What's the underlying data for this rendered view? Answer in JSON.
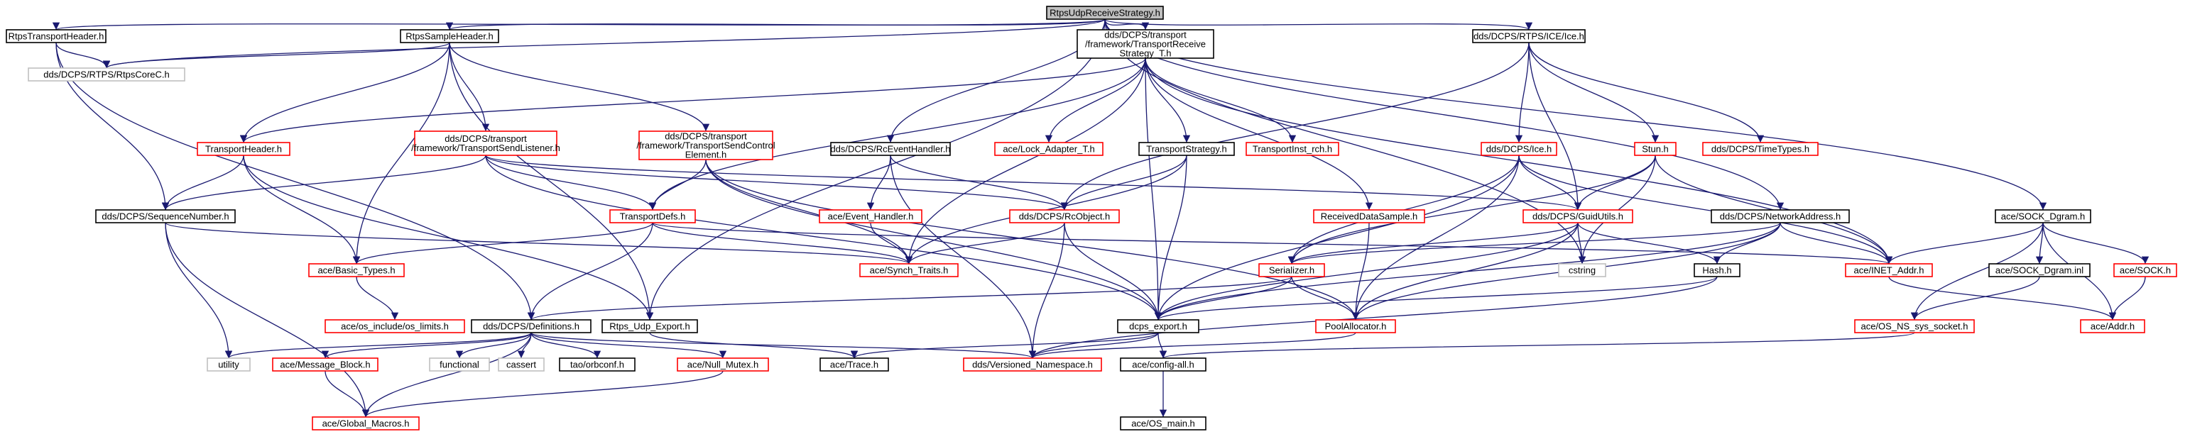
{
  "colors": {
    "edge": "#191970",
    "border_normal": "#000000",
    "border_incomplete": "#ff0000",
    "border_missing": "#bfbfbf",
    "root_fill": "#bfbfbf"
  },
  "nodes": [
    {
      "id": "root",
      "lines": [
        "RtpsUdpReceiveStrategy.h"
      ],
      "kind": "root"
    },
    {
      "id": "rtpstransportheader",
      "lines": [
        "RtpsTransportHeader.h"
      ],
      "kind": "normal"
    },
    {
      "id": "rtpssampleheader",
      "lines": [
        "RtpsSampleHeader.h"
      ],
      "kind": "normal"
    },
    {
      "id": "transportreceivestrategy",
      "lines": [
        "dds/DCPS/transport",
        "/framework/TransportReceive",
        "Strategy_T.h"
      ],
      "kind": "normal"
    },
    {
      "id": "ice",
      "lines": [
        "dds/DCPS/RTPS/ICE/Ice.h"
      ],
      "kind": "normal"
    },
    {
      "id": "rtpscorec",
      "lines": [
        "dds/DCPS/RTPS/RtpsCoreC.h"
      ],
      "kind": "missing"
    },
    {
      "id": "transportheader",
      "lines": [
        "TransportHeader.h"
      ],
      "kind": "incomplete"
    },
    {
      "id": "transportsendlistener",
      "lines": [
        "dds/DCPS/transport",
        "/framework/TransportSendListener.h"
      ],
      "kind": "incomplete"
    },
    {
      "id": "transportsendcontrol",
      "lines": [
        "dds/DCPS/transport",
        "/framework/TransportSendControl",
        "Element.h"
      ],
      "kind": "incomplete"
    },
    {
      "id": "rceventhandler",
      "lines": [
        "dds/DCPS/RcEventHandler.h"
      ],
      "kind": "normal"
    },
    {
      "id": "lockadapter",
      "lines": [
        "ace/Lock_Adapter_T.h"
      ],
      "kind": "incomplete"
    },
    {
      "id": "transportstrategy",
      "lines": [
        "TransportStrategy.h"
      ],
      "kind": "normal"
    },
    {
      "id": "transportinstrch",
      "lines": [
        "TransportInst_rch.h"
      ],
      "kind": "incomplete"
    },
    {
      "id": "icedcps",
      "lines": [
        "dds/DCPS/Ice.h"
      ],
      "kind": "incomplete"
    },
    {
      "id": "stun",
      "lines": [
        "Stun.h"
      ],
      "kind": "incomplete"
    },
    {
      "id": "timetypes",
      "lines": [
        "dds/DCPS/TimeTypes.h"
      ],
      "kind": "incomplete"
    },
    {
      "id": "sequencenumber",
      "lines": [
        "dds/DCPS/SequenceNumber.h"
      ],
      "kind": "normal"
    },
    {
      "id": "transportdefs",
      "lines": [
        "TransportDefs.h"
      ],
      "kind": "incomplete"
    },
    {
      "id": "eventhandler",
      "lines": [
        "ace/Event_Handler.h"
      ],
      "kind": "incomplete"
    },
    {
      "id": "rcobject",
      "lines": [
        "dds/DCPS/RcObject.h"
      ],
      "kind": "incomplete"
    },
    {
      "id": "receiveddatasample",
      "lines": [
        "ReceivedDataSample.h"
      ],
      "kind": "incomplete"
    },
    {
      "id": "guidutils",
      "lines": [
        "dds/DCPS/GuidUtils.h"
      ],
      "kind": "incomplete"
    },
    {
      "id": "networkaddress",
      "lines": [
        "dds/DCPS/NetworkAddress.h"
      ],
      "kind": "normal"
    },
    {
      "id": "sockdgram",
      "lines": [
        "ace/SOCK_Dgram.h"
      ],
      "kind": "normal"
    },
    {
      "id": "basictypes",
      "lines": [
        "ace/Basic_Types.h"
      ],
      "kind": "incomplete"
    },
    {
      "id": "synchtraits",
      "lines": [
        "ace/Synch_Traits.h"
      ],
      "kind": "incomplete"
    },
    {
      "id": "serializer",
      "lines": [
        "Serializer.h"
      ],
      "kind": "incomplete"
    },
    {
      "id": "cstring",
      "lines": [
        "cstring"
      ],
      "kind": "missing"
    },
    {
      "id": "hash",
      "lines": [
        "Hash.h"
      ],
      "kind": "normal"
    },
    {
      "id": "inetaddr",
      "lines": [
        "ace/INET_Addr.h"
      ],
      "kind": "incomplete"
    },
    {
      "id": "sockdgraminl",
      "lines": [
        "ace/SOCK_Dgram.inl"
      ],
      "kind": "normal"
    },
    {
      "id": "sock",
      "lines": [
        "ace/SOCK.h"
      ],
      "kind": "incomplete"
    },
    {
      "id": "osinclude",
      "lines": [
        "ace/os_include/os_limits.h"
      ],
      "kind": "incomplete"
    },
    {
      "id": "definitions",
      "lines": [
        "dds/DCPS/Definitions.h"
      ],
      "kind": "normal"
    },
    {
      "id": "rtpsudpexport",
      "lines": [
        "Rtps_Udp_Export.h"
      ],
      "kind": "normal"
    },
    {
      "id": "dcpsexport",
      "lines": [
        "dcps_export.h"
      ],
      "kind": "normal"
    },
    {
      "id": "poolallocator",
      "lines": [
        "PoolAllocator.h"
      ],
      "kind": "incomplete"
    },
    {
      "id": "osnssyssocket",
      "lines": [
        "ace/OS_NS_sys_socket.h"
      ],
      "kind": "incomplete"
    },
    {
      "id": "addr",
      "lines": [
        "ace/Addr.h"
      ],
      "kind": "incomplete"
    },
    {
      "id": "utility",
      "lines": [
        "utility"
      ],
      "kind": "missing"
    },
    {
      "id": "messageblock",
      "lines": [
        "ace/Message_Block.h"
      ],
      "kind": "incomplete"
    },
    {
      "id": "functional",
      "lines": [
        "functional"
      ],
      "kind": "missing"
    },
    {
      "id": "cassert",
      "lines": [
        "cassert"
      ],
      "kind": "missing"
    },
    {
      "id": "taoorbconf",
      "lines": [
        "tao/orbconf.h"
      ],
      "kind": "normal"
    },
    {
      "id": "nullmutex",
      "lines": [
        "ace/Null_Mutex.h"
      ],
      "kind": "incomplete"
    },
    {
      "id": "acetrace",
      "lines": [
        "ace/Trace.h"
      ],
      "kind": "normal"
    },
    {
      "id": "versionednamespace",
      "lines": [
        "dds/Versioned_Namespace.h"
      ],
      "kind": "incomplete"
    },
    {
      "id": "configall",
      "lines": [
        "ace/config-all.h"
      ],
      "kind": "normal"
    },
    {
      "id": "globalmacros",
      "lines": [
        "ace/Global_Macros.h"
      ],
      "kind": "incomplete"
    },
    {
      "id": "osmain",
      "lines": [
        "ace/OS_main.h"
      ],
      "kind": "normal"
    }
  ],
  "edges": [
    [
      "root",
      "rtpstransportheader"
    ],
    [
      "root",
      "rtpssampleheader"
    ],
    [
      "root",
      "transportreceivestrategy"
    ],
    [
      "root",
      "ice"
    ],
    [
      "root",
      "rtpscorec"
    ],
    [
      "root",
      "rceventhandler"
    ],
    [
      "root",
      "rtpsudpexport"
    ],
    [
      "root",
      "cstring"
    ],
    [
      "root",
      "networkaddress"
    ],
    [
      "root",
      "sockdgram"
    ],
    [
      "rtpstransportheader",
      "rtpscorec"
    ],
    [
      "rtpstransportheader",
      "sequencenumber"
    ],
    [
      "rtpstransportheader",
      "definitions"
    ],
    [
      "rtpssampleheader",
      "rtpscorec"
    ],
    [
      "rtpssampleheader",
      "transportheader"
    ],
    [
      "rtpssampleheader",
      "transportsendlistener"
    ],
    [
      "rtpssampleheader",
      "transportsendcontrol"
    ],
    [
      "rtpssampleheader",
      "basictypes"
    ],
    [
      "rtpssampleheader",
      "rtpsudpexport"
    ],
    [
      "transportreceivestrategy",
      "lockadapter"
    ],
    [
      "transportreceivestrategy",
      "transportstrategy"
    ],
    [
      "transportreceivestrategy",
      "transportinstrch"
    ],
    [
      "transportreceivestrategy",
      "receiveddatasample"
    ],
    [
      "transportreceivestrategy",
      "transportheader"
    ],
    [
      "transportreceivestrategy",
      "transportdefs"
    ],
    [
      "transportreceivestrategy",
      "synchtraits"
    ],
    [
      "transportreceivestrategy",
      "dcpsexport"
    ],
    [
      "transportreceivestrategy",
      "inetaddr"
    ],
    [
      "ice",
      "icedcps"
    ],
    [
      "ice",
      "stun"
    ],
    [
      "ice",
      "timetypes"
    ],
    [
      "ice",
      "guidutils"
    ],
    [
      "ice",
      "rcobject"
    ],
    [
      "transportheader",
      "sequencenumber"
    ],
    [
      "transportheader",
      "basictypes"
    ],
    [
      "transportheader",
      "rtpsudpexport"
    ],
    [
      "transportsendlistener",
      "sequencenumber"
    ],
    [
      "transportsendlistener",
      "transportdefs"
    ],
    [
      "transportsendlistener",
      "rcobject"
    ],
    [
      "transportsendlistener",
      "dcpsexport"
    ],
    [
      "transportsendlistener",
      "guidutils"
    ],
    [
      "transportsendcontrol",
      "transportdefs"
    ],
    [
      "transportsendcontrol",
      "synchtraits"
    ],
    [
      "transportsendcontrol",
      "poolallocator"
    ],
    [
      "transportsendcontrol",
      "dcpsexport"
    ],
    [
      "rceventhandler",
      "eventhandler"
    ],
    [
      "rceventhandler",
      "rcobject"
    ],
    [
      "rceventhandler",
      "versionednamespace"
    ],
    [
      "transportstrategy",
      "rcobject"
    ],
    [
      "transportstrategy",
      "synchtraits"
    ],
    [
      "transportstrategy",
      "dcpsexport"
    ],
    [
      "icedcps",
      "serializer"
    ],
    [
      "icedcps",
      "guidutils"
    ],
    [
      "icedcps",
      "inetaddr"
    ],
    [
      "icedcps",
      "dcpsexport"
    ],
    [
      "icedcps",
      "poolallocator"
    ],
    [
      "stun",
      "serializer"
    ],
    [
      "stun",
      "guidutils"
    ],
    [
      "stun",
      "inetaddr"
    ],
    [
      "stun",
      "cstring"
    ],
    [
      "sequencenumber",
      "utility"
    ],
    [
      "sequencenumber",
      "globalmacros"
    ],
    [
      "sequencenumber",
      "synchtraits"
    ],
    [
      "transportdefs",
      "basictypes"
    ],
    [
      "transportdefs",
      "synchtraits"
    ],
    [
      "transportdefs",
      "definitions"
    ],
    [
      "transportdefs",
      "inetaddr"
    ],
    [
      "eventhandler",
      "synchtraits"
    ],
    [
      "rcobject",
      "synchtraits"
    ],
    [
      "rcobject",
      "dcpsexport"
    ],
    [
      "rcobject",
      "versionednamespace"
    ],
    [
      "receiveddatasample",
      "poolallocator"
    ],
    [
      "guidutils",
      "serializer"
    ],
    [
      "guidutils",
      "hash"
    ],
    [
      "guidutils",
      "cstring"
    ],
    [
      "guidutils",
      "dcpsexport"
    ],
    [
      "guidutils",
      "poolallocator"
    ],
    [
      "networkaddress",
      "hash"
    ],
    [
      "networkaddress",
      "inetaddr"
    ],
    [
      "networkaddress",
      "dcpsexport"
    ],
    [
      "networkaddress",
      "poolallocator"
    ],
    [
      "networkaddress",
      "serializer"
    ],
    [
      "sockdgram",
      "inetaddr"
    ],
    [
      "sockdgram",
      "sockdgraminl"
    ],
    [
      "sockdgram",
      "sock"
    ],
    [
      "sockdgram",
      "addr"
    ],
    [
      "sockdgram",
      "osnssyssocket"
    ],
    [
      "basictypes",
      "osinclude"
    ],
    [
      "serializer",
      "poolallocator"
    ],
    [
      "serializer",
      "dcpsexport"
    ],
    [
      "serializer",
      "definitions"
    ],
    [
      "hash",
      "dcpsexport"
    ],
    [
      "hash",
      "versionednamespace"
    ],
    [
      "inetaddr",
      "addr"
    ],
    [
      "sockdgraminl",
      "osnssyssocket"
    ],
    [
      "sock",
      "addr"
    ],
    [
      "osnssyssocket",
      "configall"
    ],
    [
      "definitions",
      "utility"
    ],
    [
      "definitions",
      "messageblock"
    ],
    [
      "definitions",
      "functional"
    ],
    [
      "definitions",
      "cassert"
    ],
    [
      "definitions",
      "taoorbconf"
    ],
    [
      "definitions",
      "nullmutex"
    ],
    [
      "definitions",
      "globalmacros"
    ],
    [
      "definitions",
      "versionednamespace"
    ],
    [
      "rtpsudpexport",
      "acetrace"
    ],
    [
      "dcpsexport",
      "acetrace"
    ],
    [
      "dcpsexport",
      "versionednamespace"
    ],
    [
      "dcpsexport",
      "configall"
    ],
    [
      "poolallocator",
      "versionednamespace"
    ],
    [
      "messageblock",
      "globalmacros"
    ],
    [
      "nullmutex",
      "globalmacros"
    ],
    [
      "configall",
      "osmain"
    ]
  ]
}
